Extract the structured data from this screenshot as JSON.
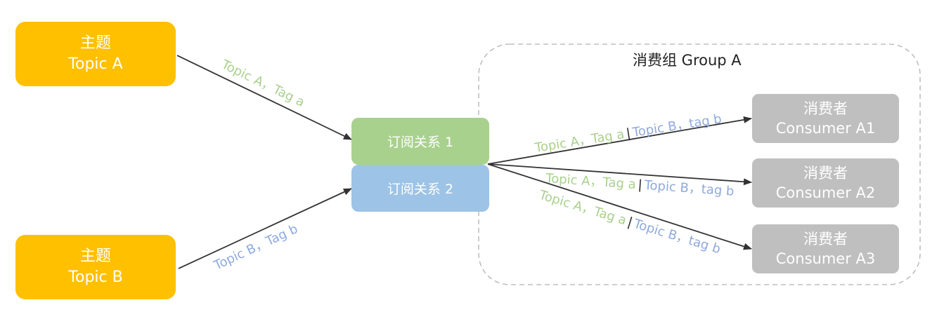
{
  "topics": [
    {
      "label": "主题",
      "name": "Topic A"
    },
    {
      "label": "主题",
      "name": "Topic B"
    }
  ],
  "subscriptions": [
    "订阅关系 1",
    "订阅关系 2"
  ],
  "group": {
    "title": "消费组 Group A"
  },
  "consumers": [
    {
      "label": "消费者",
      "name": "Consumer A1"
    },
    {
      "label": "消费者",
      "name": "Consumer A2"
    },
    {
      "label": "消费者",
      "name": "Consumer A3"
    }
  ],
  "edge_labels": {
    "topic_a": "Topic  A，Tag a",
    "topic_b": "Topic  B，Tag b",
    "part_a1": "Topic A，Tag a",
    "part_a2": "Topic A，Tag a",
    "part_a3": "Topic A，Tag a",
    "separator": "|",
    "part_b1": "Topic B，tag b",
    "part_b2": "Topic B，tag b",
    "part_b3": "Topic B，tag b"
  },
  "colors": {
    "topic": "#FFC000",
    "subscription_1": "#A9D18E",
    "subscription_2": "#9DC3E6",
    "consumer": "#BFBFBF",
    "label_green": "#A9D18E",
    "label_blue": "#8FAADC",
    "arrow": "#333333",
    "group_border": "#BFBFBF"
  }
}
